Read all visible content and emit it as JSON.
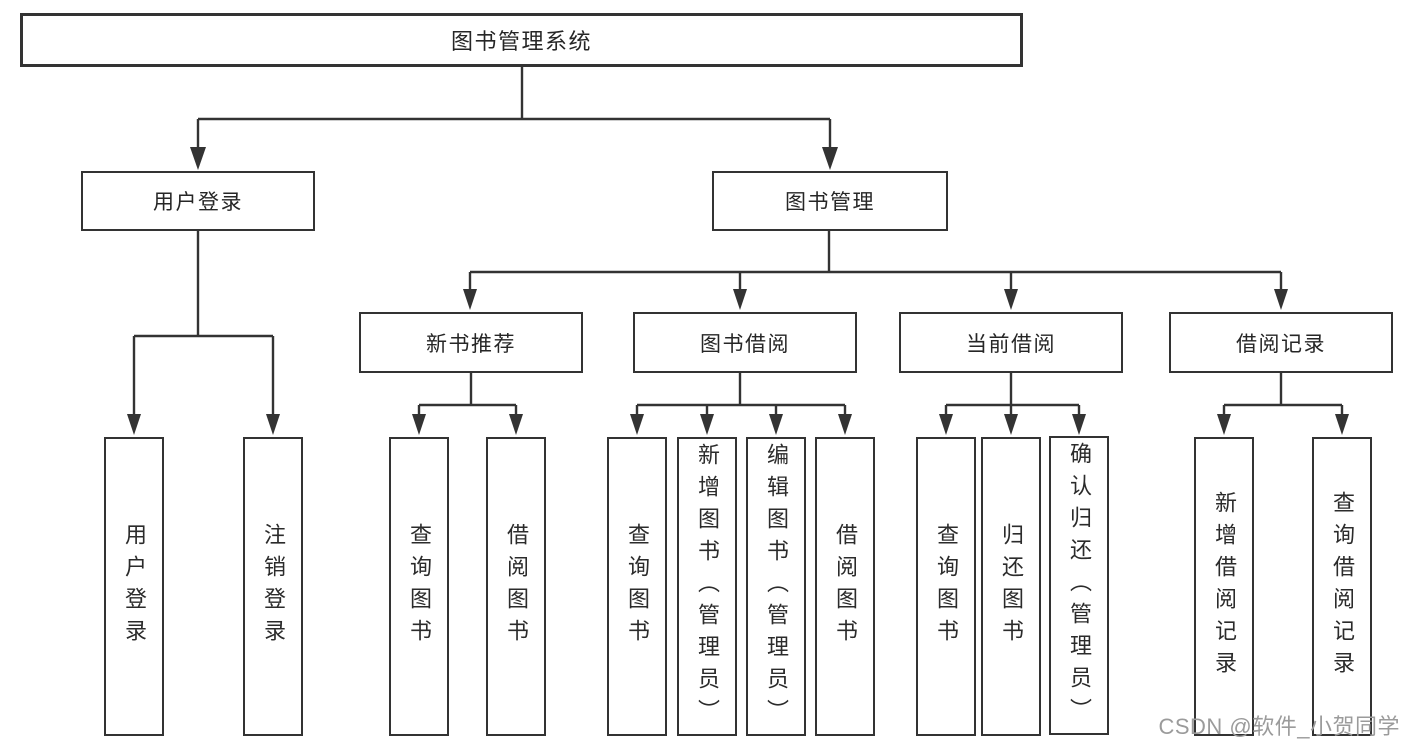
{
  "tree": {
    "label": "图书管理系统",
    "children": [
      {
        "label": "用户登录",
        "children": [
          {
            "label": "用户登录"
          },
          {
            "label": "注销登录"
          }
        ]
      },
      {
        "label": "图书管理",
        "children": [
          {
            "label": "新书推荐",
            "children": [
              {
                "label": "查询图书"
              },
              {
                "label": "借阅图书"
              }
            ]
          },
          {
            "label": "图书借阅",
            "children": [
              {
                "label": "查询图书"
              },
              {
                "label": "新增图书（管理员）"
              },
              {
                "label": "编辑图书（管理员）"
              },
              {
                "label": "借阅图书"
              }
            ]
          },
          {
            "label": "当前借阅",
            "children": [
              {
                "label": "查询图书"
              },
              {
                "label": "归还图书"
              },
              {
                "label": "确认归还（管理员）"
              }
            ]
          },
          {
            "label": "借阅记录",
            "children": [
              {
                "label": "新增借阅记录"
              },
              {
                "label": "查询借阅记录"
              }
            ]
          }
        ]
      }
    ]
  },
  "watermark": {
    "text": "CSDN @软件_小贺同学"
  },
  "colors": {
    "line": "#333333",
    "box_border": "#333333",
    "box_background": "#ffffff",
    "text": "#2b2b2b",
    "watermark": "#9b9b9b",
    "page_background": "#ffffff"
  }
}
